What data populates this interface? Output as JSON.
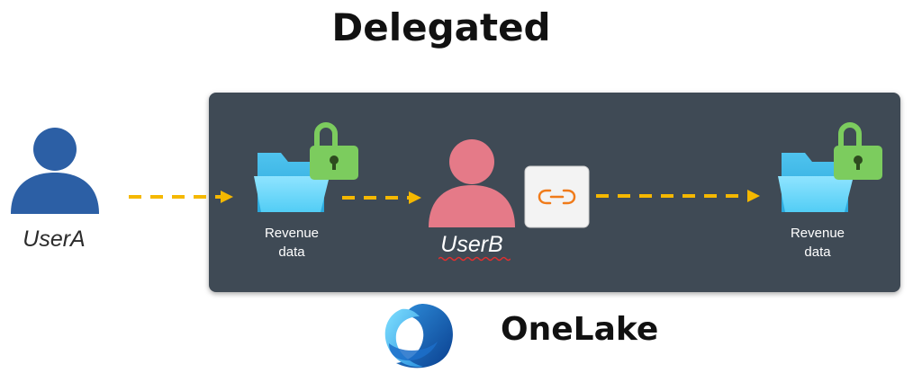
{
  "title": "Delegated",
  "user_a": {
    "label": "UserA",
    "icon": "person-icon",
    "color": "#2c5fa5"
  },
  "user_b": {
    "label": "UserB",
    "icon": "person-icon",
    "color": "#e57a88"
  },
  "source_folder": {
    "label_line1": "Revenue",
    "label_line2": "data",
    "icon": "folder-lock-icon"
  },
  "target_folder": {
    "label_line1": "Revenue",
    "label_line2": "data",
    "icon": "folder-lock-icon"
  },
  "link": {
    "icon": "link-icon",
    "accent": "#f07b1a"
  },
  "platform": {
    "name": "OneLake",
    "icon": "onelake-logo-icon"
  },
  "colors": {
    "panel": "#3f4a55",
    "arrow": "#f5b800",
    "lock": "#7ccc5e",
    "folder": "#63d1f5"
  }
}
